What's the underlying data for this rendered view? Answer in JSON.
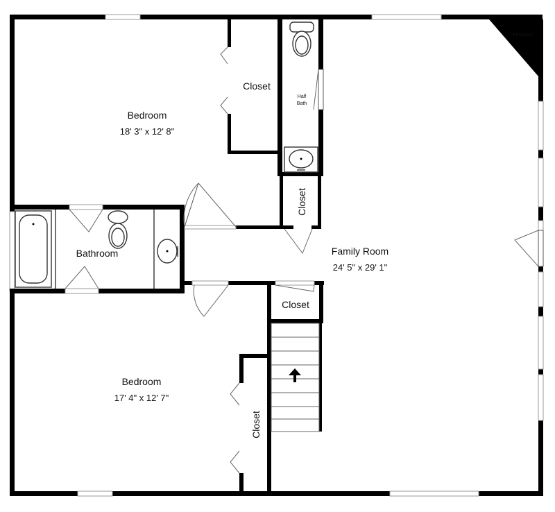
{
  "rooms": {
    "bedroom_top": {
      "name": "Bedroom",
      "dims": "18' 3\" x 12' 8\""
    },
    "bedroom_bottom": {
      "name": "Bedroom",
      "dims": "17' 4\" x 12' 7\""
    },
    "family_room": {
      "name": "Family Room",
      "dims": "24' 5\" x 29' 1\""
    },
    "bathroom": {
      "name": "Bathroom"
    },
    "half_bath": {
      "line1": "Half",
      "line2": "Bath"
    },
    "fireplace": {
      "name": "Fireplace"
    },
    "closet_top": {
      "name": "Closet"
    },
    "closet_mid_vertical": {
      "name": "Closet"
    },
    "closet_mid_horizontal": {
      "name": "Closet"
    },
    "closet_bottom": {
      "name": "Closet"
    }
  },
  "icons": {
    "stairs_direction": "up-arrow-icon"
  },
  "colors": {
    "wall": "#000000",
    "background": "#ffffff"
  }
}
